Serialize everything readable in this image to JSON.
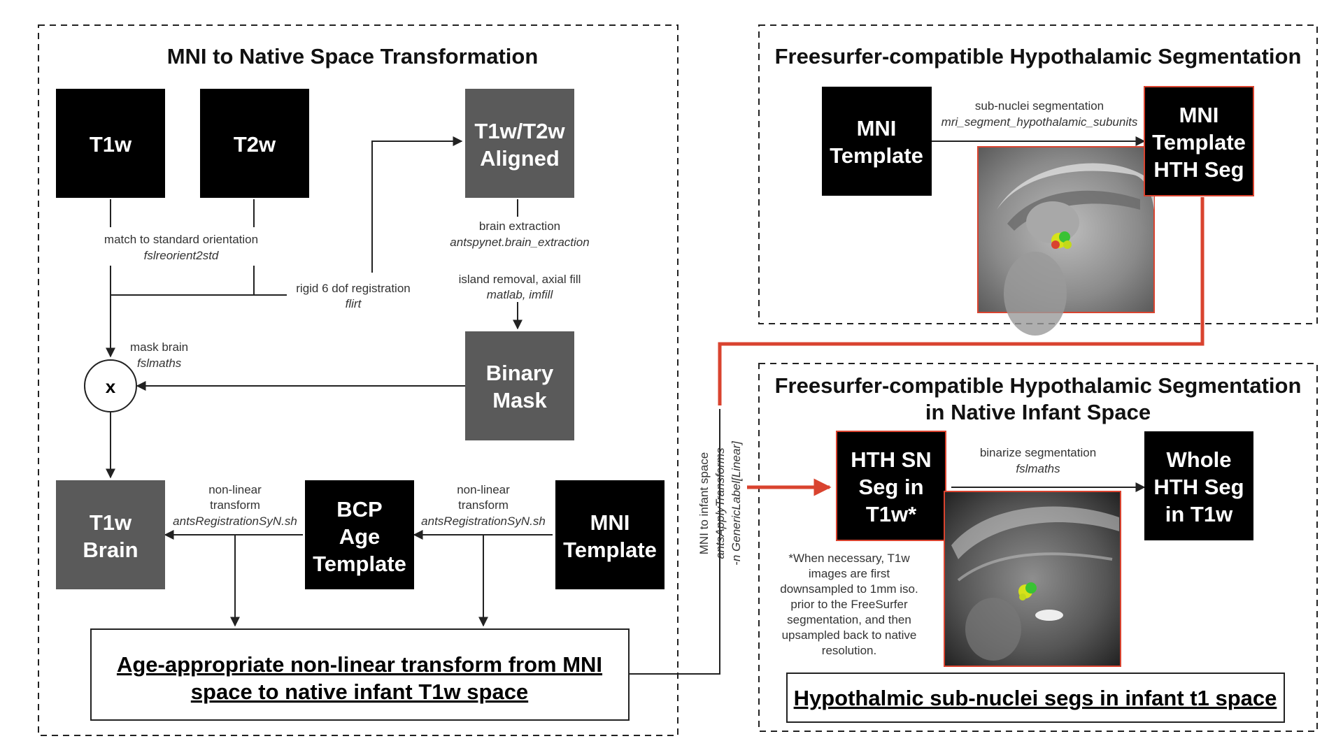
{
  "panels": {
    "left_title": "MNI to Native Space Transformation",
    "top_right_title": "Freesurfer-compatible Hypothalamic Segmentation",
    "bottom_right_title_line1": "Freesurfer-compatible Hypothalamic Segmentation",
    "bottom_right_title_line2": "in Native Infant Space"
  },
  "boxes": {
    "t1w": "T1w",
    "t2w": "T2w",
    "aligned_l1": "T1w/T2w",
    "aligned_l2": "Aligned",
    "mask_l1": "Binary",
    "mask_l2": "Mask",
    "brain_l1": "T1w",
    "brain_l2": "Brain",
    "bcp_l1": "BCP",
    "bcp_l2": "Age",
    "bcp_l3": "Template",
    "mni_l1": "MNI",
    "mni_l2": "Template",
    "mni2_l1": "MNI",
    "mni2_l2": "Template",
    "hthseg_l1": "MNI",
    "hthseg_l2": "Template",
    "hthseg_l3": "HTH Seg",
    "hthsn_l1": "HTH SN",
    "hthsn_l2": "Seg in",
    "hthsn_l3": "T1w*",
    "whole_l1": "Whole",
    "whole_l2": "HTH Seg",
    "whole_l3": "in T1w",
    "multiply": "x"
  },
  "edges": {
    "orient": "match to standard orientation",
    "orient_tool": "fslreorient2std",
    "rigid": "rigid 6 dof registration",
    "rigid_tool": "flirt",
    "brainext": "brain extraction",
    "brainext_tool": "antspynet.brain_extraction",
    "island": "island removal, axial fill",
    "island_tool": "matlab, imfill",
    "maskbrain": "mask brain",
    "maskbrain_tool": "fslmaths",
    "nl1_l1": "non-linear",
    "nl1_l2": "transform",
    "nl1_tool": "antsRegistrationSyN.sh",
    "nl2_l1": "non-linear",
    "nl2_l2": "transform",
    "nl2_tool": "antsRegistrationSyN.sh",
    "subnuclei": "sub-nuclei segmentation",
    "subnuclei_tool": "mri_segment_hypothalamic_subunits",
    "tospace": "MNI to infant space",
    "tospace_tool1": "antsApplyTransforms",
    "tospace_tool2": "-n GenericLabel[Linear]",
    "binarize": "binarize segmentation",
    "binarize_tool": "fslmaths"
  },
  "outputs": {
    "transform_l1": "Age-appropriate non-linear transform from MNI",
    "transform_l2": "space to native infant T1w space",
    "final": "Hypothalmic sub-nuclei segs in infant t1 space"
  },
  "note_lines": [
    "*When necessary, T1w",
    "images are first",
    "downsampled to 1mm iso.",
    "prior to the FreeSurfer",
    "segmentation, and then",
    "upsampled back to native",
    "resolution."
  ],
  "colors": {
    "black_box": "#000000",
    "gray_box": "#5a5a5a",
    "red_accent": "#d9432f",
    "line": "#222222"
  }
}
